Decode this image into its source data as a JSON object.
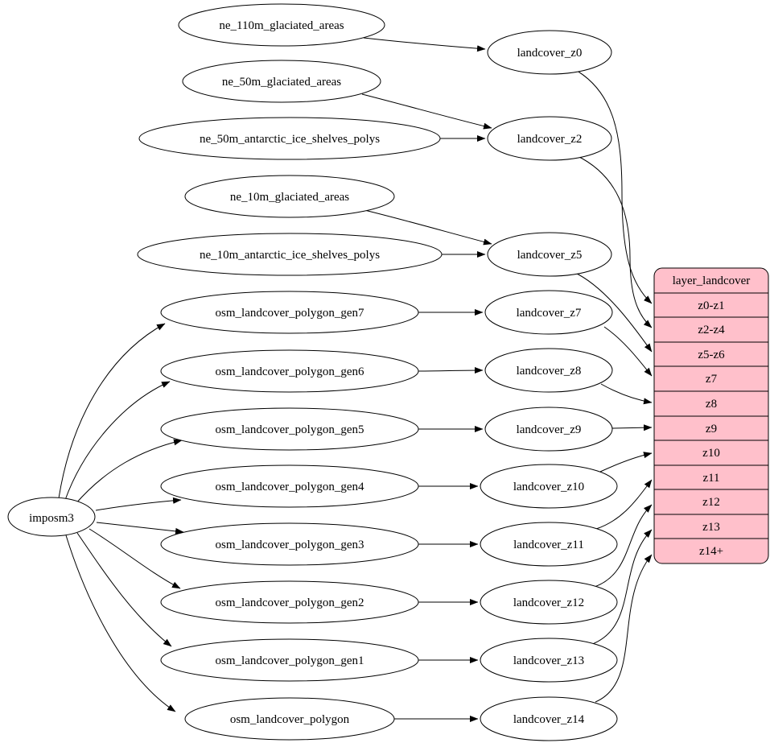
{
  "graph": {
    "importer": {
      "label": "imposm3"
    },
    "sources": [
      "ne_110m_glaciated_areas",
      "ne_50m_glaciated_areas",
      "ne_50m_antarctic_ice_shelves_polys",
      "ne_10m_glaciated_areas",
      "ne_10m_antarctic_ice_shelves_polys",
      "osm_landcover_polygon_gen7",
      "osm_landcover_polygon_gen6",
      "osm_landcover_polygon_gen5",
      "osm_landcover_polygon_gen4",
      "osm_landcover_polygon_gen3",
      "osm_landcover_polygon_gen2",
      "osm_landcover_polygon_gen1",
      "osm_landcover_polygon"
    ],
    "intermediate": [
      "landcover_z0",
      "landcover_z2",
      "landcover_z5",
      "landcover_z7",
      "landcover_z8",
      "landcover_z9",
      "landcover_z10",
      "landcover_z11",
      "landcover_z12",
      "landcover_z13",
      "landcover_z14"
    ],
    "layer_table": {
      "title": "layer_landcover",
      "rows": [
        "z0-z1",
        "z2-z4",
        "z5-z6",
        "z7",
        "z8",
        "z9",
        "z10",
        "z11",
        "z12",
        "z13",
        "z14+"
      ],
      "fill_color": "#ffc0cb",
      "stroke_color": "#000000"
    },
    "edges": [
      {
        "from": "imposm3",
        "to": "osm_landcover_polygon_gen7"
      },
      {
        "from": "imposm3",
        "to": "osm_landcover_polygon_gen6"
      },
      {
        "from": "imposm3",
        "to": "osm_landcover_polygon_gen5"
      },
      {
        "from": "imposm3",
        "to": "osm_landcover_polygon_gen4"
      },
      {
        "from": "imposm3",
        "to": "osm_landcover_polygon_gen3"
      },
      {
        "from": "imposm3",
        "to": "osm_landcover_polygon_gen2"
      },
      {
        "from": "imposm3",
        "to": "osm_landcover_polygon_gen1"
      },
      {
        "from": "imposm3",
        "to": "osm_landcover_polygon"
      },
      {
        "from": "ne_110m_glaciated_areas",
        "to": "landcover_z0"
      },
      {
        "from": "ne_50m_glaciated_areas",
        "to": "landcover_z2"
      },
      {
        "from": "ne_50m_antarctic_ice_shelves_polys",
        "to": "landcover_z2"
      },
      {
        "from": "ne_10m_glaciated_areas",
        "to": "landcover_z5"
      },
      {
        "from": "ne_10m_antarctic_ice_shelves_polys",
        "to": "landcover_z5"
      },
      {
        "from": "osm_landcover_polygon_gen7",
        "to": "landcover_z7"
      },
      {
        "from": "osm_landcover_polygon_gen6",
        "to": "landcover_z8"
      },
      {
        "from": "osm_landcover_polygon_gen5",
        "to": "landcover_z9"
      },
      {
        "from": "osm_landcover_polygon_gen4",
        "to": "landcover_z10"
      },
      {
        "from": "osm_landcover_polygon_gen3",
        "to": "landcover_z11"
      },
      {
        "from": "osm_landcover_polygon_gen2",
        "to": "landcover_z12"
      },
      {
        "from": "osm_landcover_polygon_gen1",
        "to": "landcover_z13"
      },
      {
        "from": "osm_landcover_polygon",
        "to": "landcover_z14"
      },
      {
        "from": "landcover_z0",
        "to": "layer_landcover:z0-z1"
      },
      {
        "from": "landcover_z2",
        "to": "layer_landcover:z2-z4"
      },
      {
        "from": "landcover_z5",
        "to": "layer_landcover:z5-z6"
      },
      {
        "from": "landcover_z7",
        "to": "layer_landcover:z7"
      },
      {
        "from": "landcover_z8",
        "to": "layer_landcover:z8"
      },
      {
        "from": "landcover_z9",
        "to": "layer_landcover:z9"
      },
      {
        "from": "landcover_z10",
        "to": "layer_landcover:z10"
      },
      {
        "from": "landcover_z11",
        "to": "layer_landcover:z11"
      },
      {
        "from": "landcover_z12",
        "to": "layer_landcover:z12"
      },
      {
        "from": "landcover_z13",
        "to": "layer_landcover:z13"
      },
      {
        "from": "landcover_z14",
        "to": "layer_landcover:z14+"
      }
    ]
  }
}
